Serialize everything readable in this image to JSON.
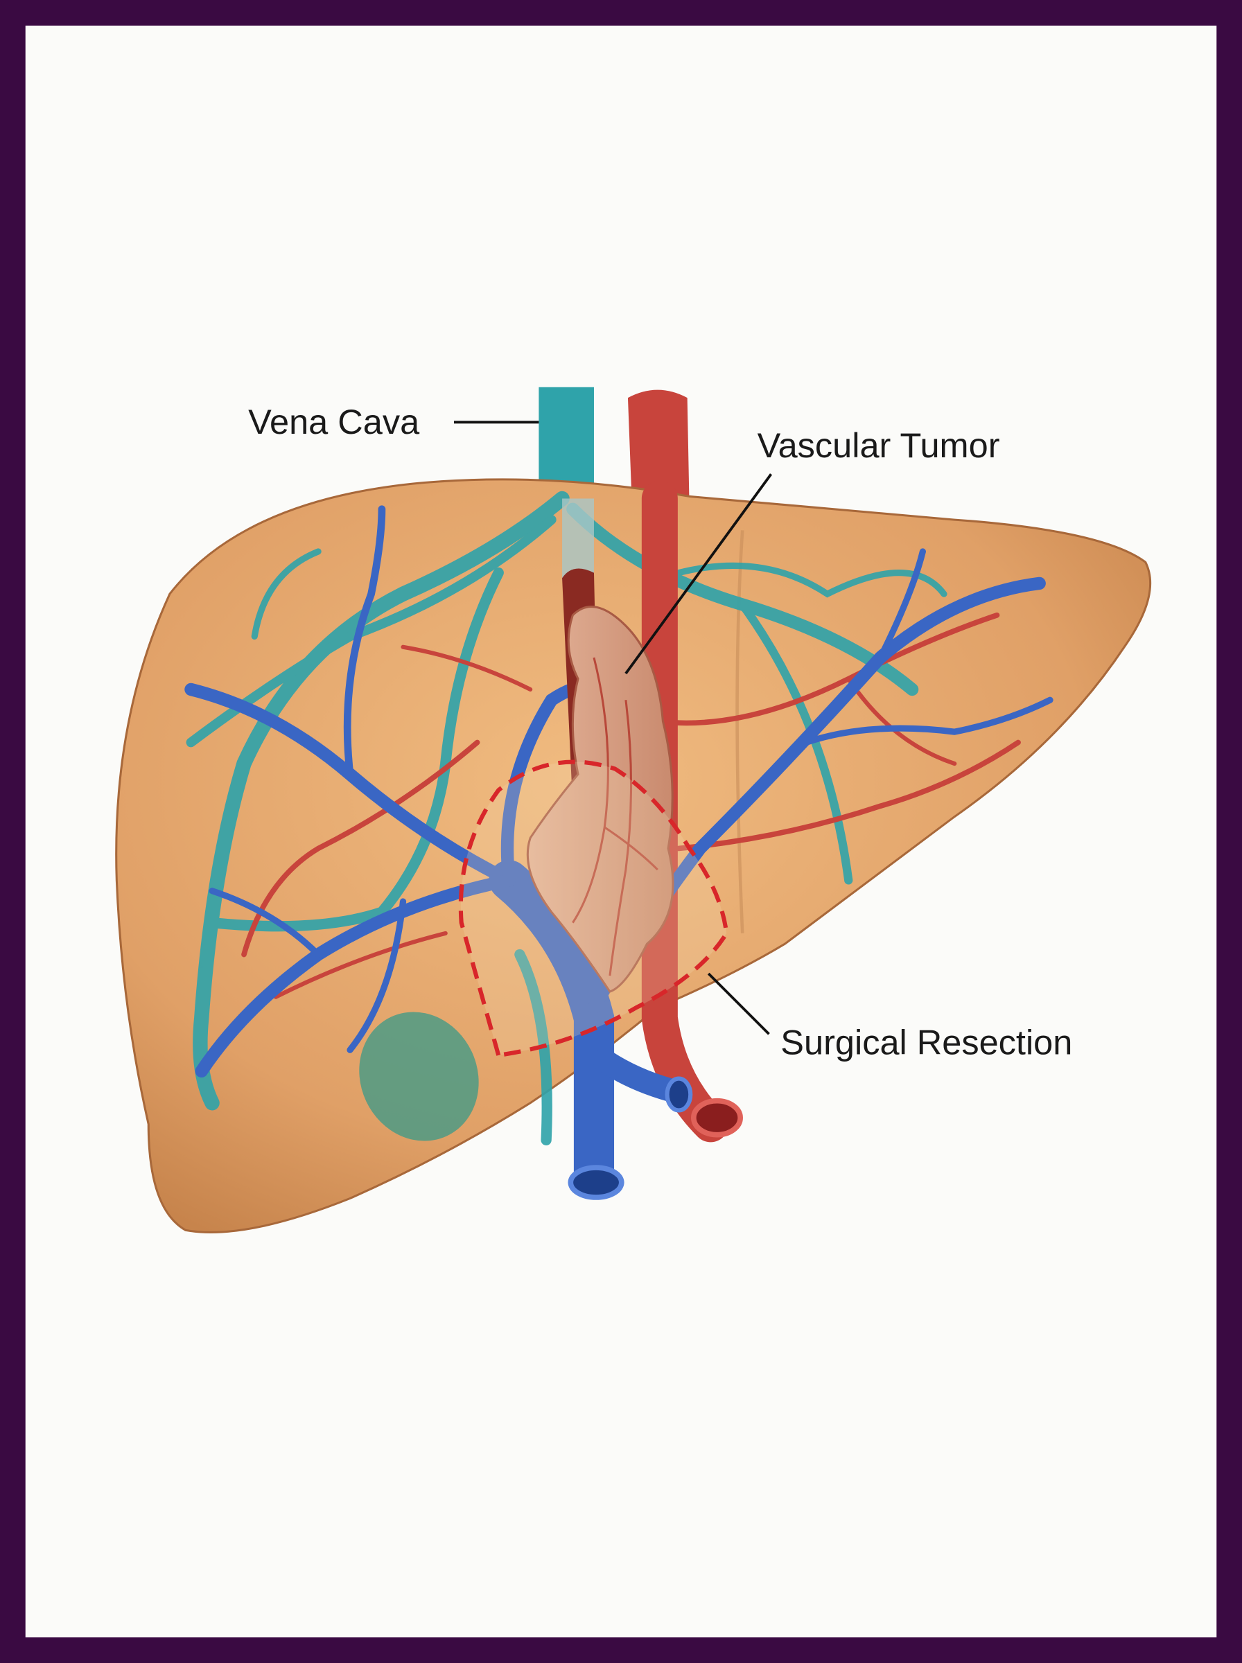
{
  "labels": {
    "vena_cava": "Vena Cava",
    "vascular_tumor": "Vascular Tumor",
    "surgical_resection": "Surgical Resection"
  },
  "colors": {
    "border": "#3a0a42",
    "background": "#fbfbf9",
    "liver": "#e2a56a",
    "hepatic_vein": "#2fa3aa",
    "portal_vein": "#3a66c4",
    "artery": "#c8443c",
    "tumor": "#d9a88a",
    "resection_line": "#d8262a"
  }
}
